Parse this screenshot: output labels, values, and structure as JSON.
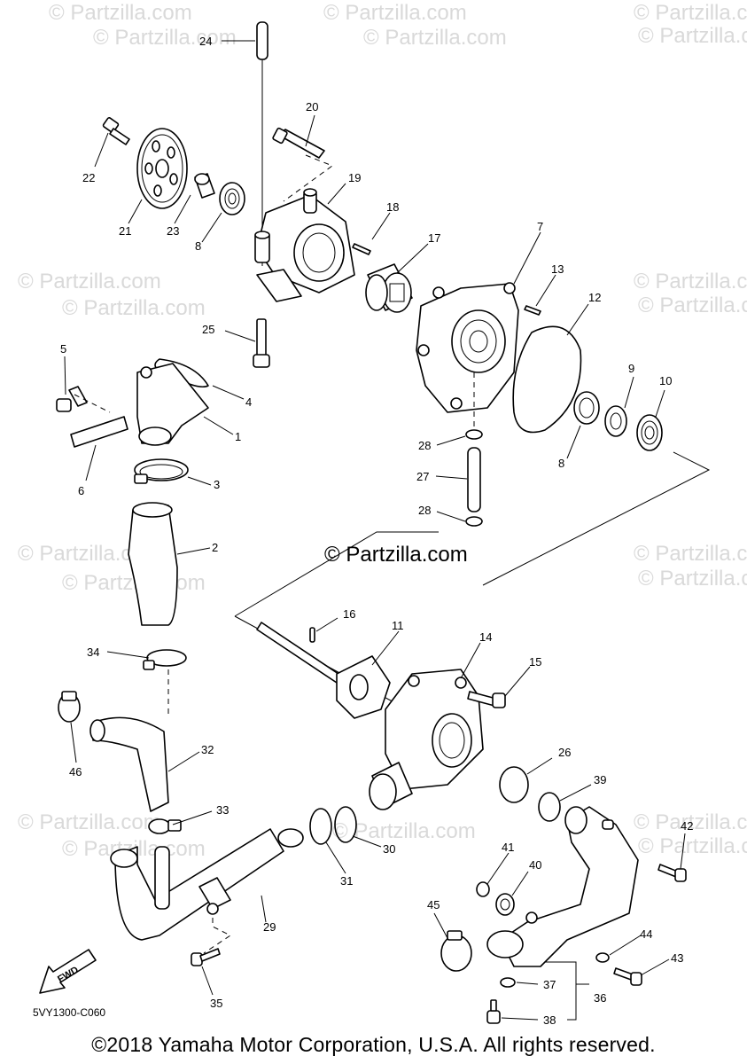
{
  "watermark": "© Partzilla.com",
  "center_watermark": "© Partzilla.com",
  "diagram_code": "5VY1300-C060",
  "copyright": "©2018 Yamaha Motor Corporation, U.S.A. All rights reserved.",
  "fwd_label": "FWD",
  "callouts": [
    "24",
    "20",
    "22",
    "19",
    "18",
    "17",
    "7",
    "13",
    "12",
    "21",
    "23",
    "8",
    "25",
    "5",
    "4",
    "1",
    "9",
    "10",
    "6",
    "3",
    "8",
    "28",
    "27",
    "28",
    "2",
    "16",
    "11",
    "14",
    "15",
    "34",
    "32",
    "46",
    "26",
    "39",
    "33",
    "31",
    "30",
    "42",
    "41",
    "40",
    "29",
    "45",
    "44",
    "43",
    "37",
    "36",
    "35",
    "38"
  ]
}
